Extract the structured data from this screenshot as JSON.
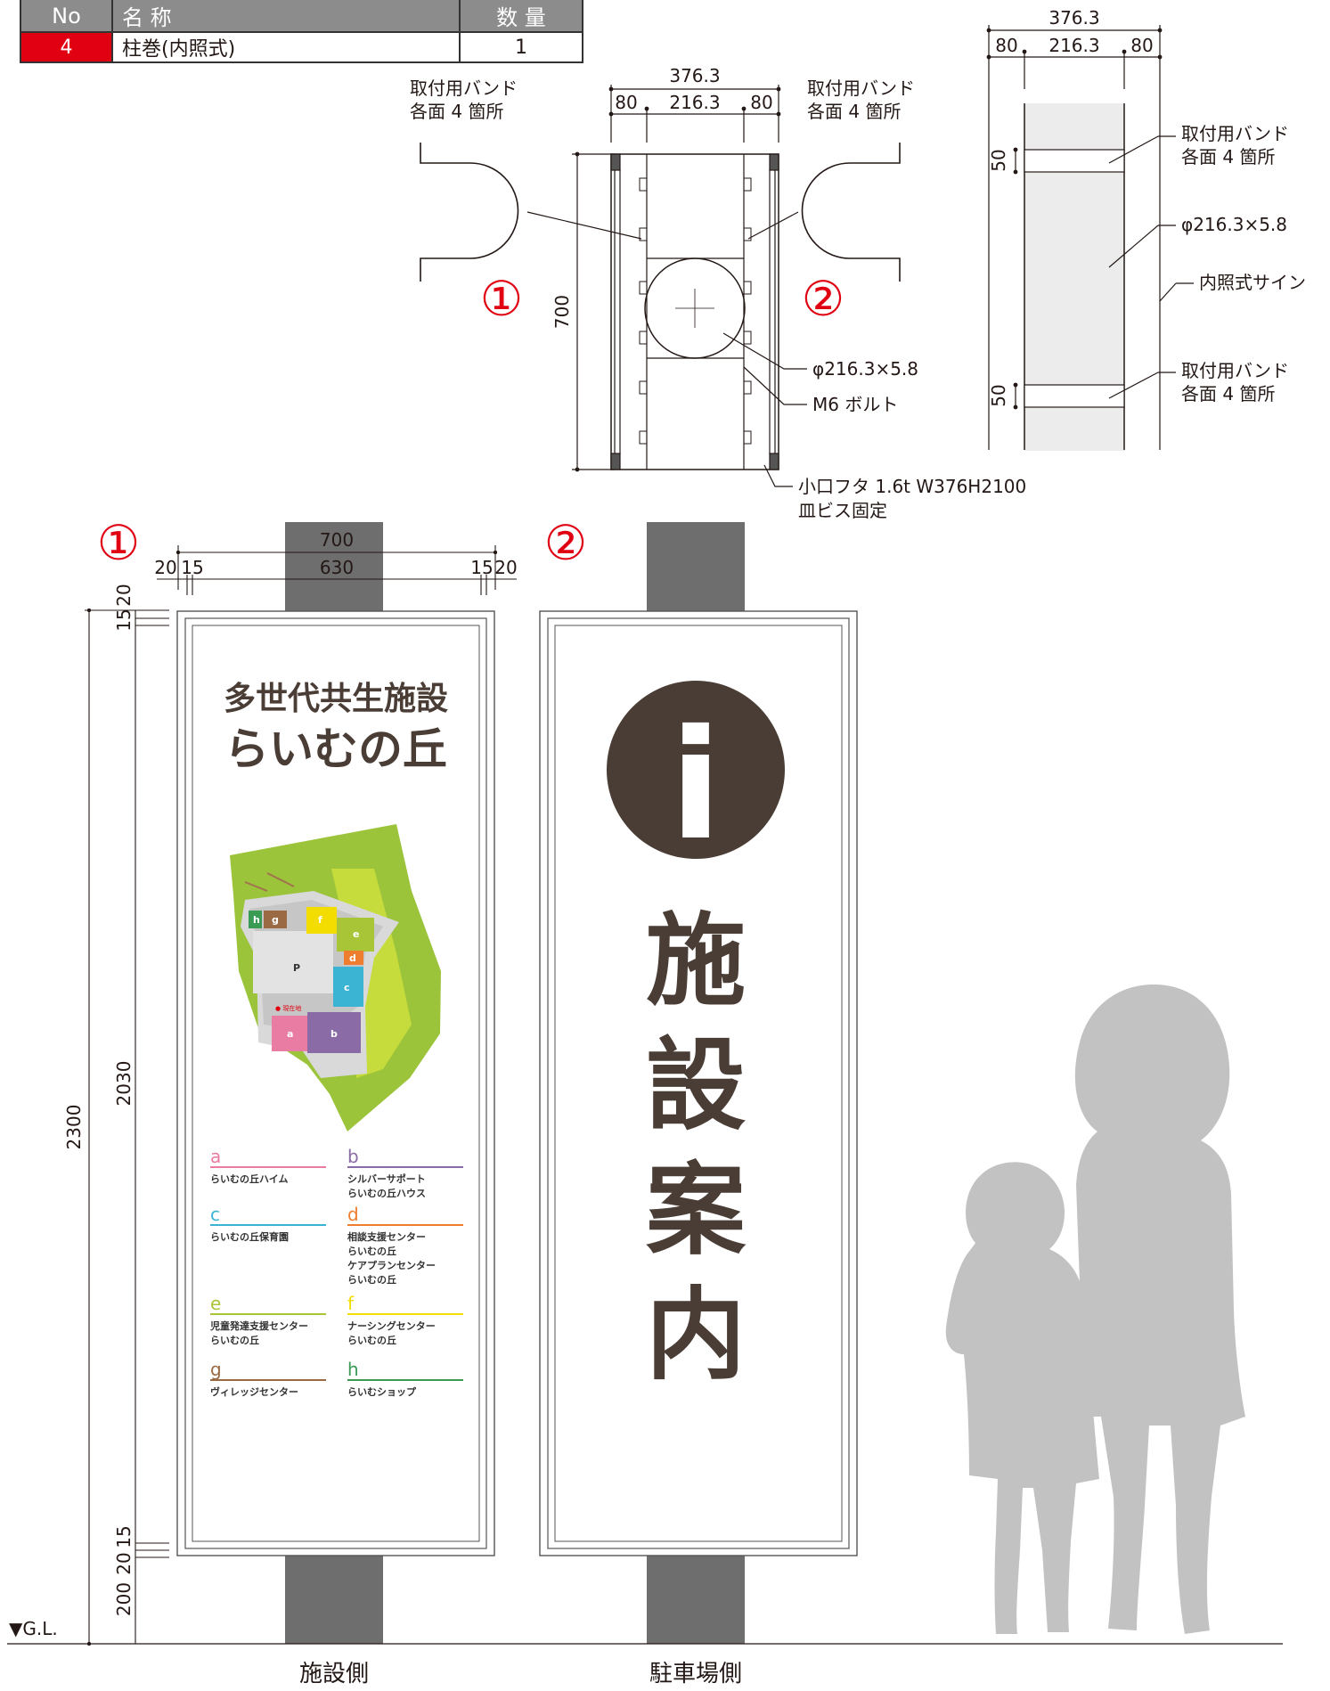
{
  "table": {
    "headers": [
      "No",
      "名 称",
      "数 量"
    ],
    "rows": [
      {
        "no": "4",
        "name": "柱巻(内照式)",
        "qty": "1"
      }
    ]
  },
  "top_drawing": {
    "dim_total": "376.3",
    "dim_side": "80",
    "dim_mid": "216.3",
    "height": "700",
    "band_label_1": "取付用バンド",
    "band_label_2": "各面 4 箇所",
    "marker_1": "①",
    "marker_2": "②",
    "pipe_label": "φ216.3×5.8",
    "bolt_label": "M6 ボルト",
    "cap_label_1": "小口フタ 1.6t W376H2100",
    "cap_label_2": "皿ビス固定"
  },
  "side_drawing": {
    "dim_total": "376.3",
    "dim_side": "80",
    "dim_mid": "216.3",
    "band_height": "50",
    "band_label_1": "取付用バンド",
    "band_label_2": "各面 4 箇所",
    "pipe_label": "φ216.3×5.8",
    "sign_label": "内照式サイン"
  },
  "elevation": {
    "marker_1": "①",
    "marker_2": "②",
    "dim_700": "700",
    "dim_630": "630",
    "dim_20": "20",
    "dim_15": "15",
    "dim_2300": "2300",
    "dim_2030": "2030",
    "dim_200": "200",
    "gl_label": "▼G.L.",
    "caption_1": "施設側",
    "caption_2": "駐車場側"
  },
  "panel1": {
    "title_line1": "多世代共生施設",
    "title_line2": "らいむの丘",
    "map": {
      "p": "P",
      "a": "a",
      "b": "b",
      "c": "c",
      "d": "d",
      "e": "e",
      "f": "f",
      "g": "g",
      "h": "h",
      "current": "● 現在地"
    },
    "legend": [
      {
        "key": "a",
        "lines": [
          "らいむの丘ハイム"
        ],
        "color": "#e97ca2"
      },
      {
        "key": "b",
        "lines": [
          "シルバーサポート",
          "らいむの丘ハウス"
        ],
        "color": "#8a6ba5"
      },
      {
        "key": "c",
        "lines": [
          "らいむの丘保育園"
        ],
        "color": "#3ab4d2"
      },
      {
        "key": "d",
        "lines": [
          "相談支援センター",
          "らいむの丘",
          "ケアプランセンター",
          "らいむの丘"
        ],
        "color": "#ee7d2f"
      },
      {
        "key": "e",
        "lines": [
          "児童発達支援センター",
          "らいむの丘"
        ],
        "color": "#a8c437"
      },
      {
        "key": "f",
        "lines": [
          "ナーシングセンター",
          "らいむの丘"
        ],
        "color": "#f3dc00"
      },
      {
        "key": "g",
        "lines": [
          "ヴィレッジセンター"
        ],
        "color": "#9a6a44"
      },
      {
        "key": "h",
        "lines": [
          "らいむショップ"
        ],
        "color": "#3a9b55"
      }
    ]
  },
  "panel2": {
    "icon_letter": "i",
    "chars": [
      "施",
      "設",
      "案",
      "内"
    ]
  },
  "colors": {
    "ink": "#231815",
    "brown": "#4a3d36",
    "pole": "#6e6e6e",
    "red": "#e00012",
    "silhouette": "#c2c2c2"
  }
}
